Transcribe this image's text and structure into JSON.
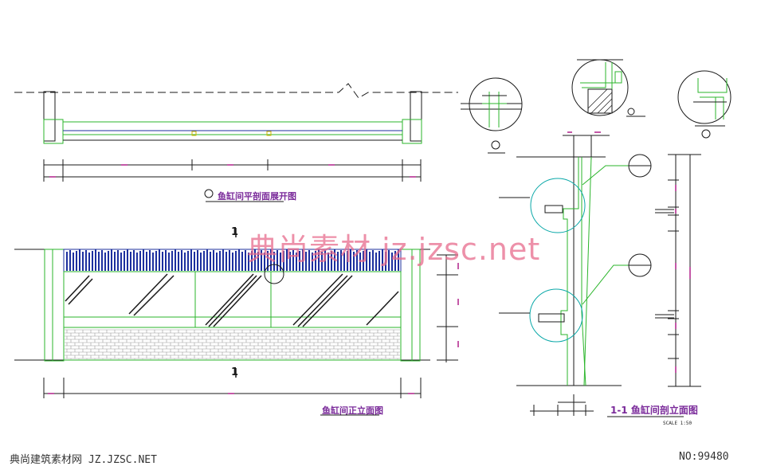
{
  "titles": {
    "plan": "鱼缸间平剖面展开图",
    "front_elevation": "鱼缸间正立面图",
    "section": "1-1 鱼缸间剖立面图"
  },
  "section_markers": {
    "top_mark": "1",
    "bottom_mark": "1"
  },
  "scale_note": "SCALE 1:50",
  "watermark": "典尚素材 jz.jzsc.net",
  "footer": {
    "left": "典尚建筑素材网 JZ.JZSC.NET",
    "right": "NO:99480"
  },
  "colors": {
    "line_green": "#2bb52b",
    "line_dark": "#1a1a1a",
    "line_blue": "#1c2f9e",
    "line_cyan": "#0aa8a8",
    "text_purple": "#7a2a9a",
    "dim_magenta": "#b0208a"
  }
}
